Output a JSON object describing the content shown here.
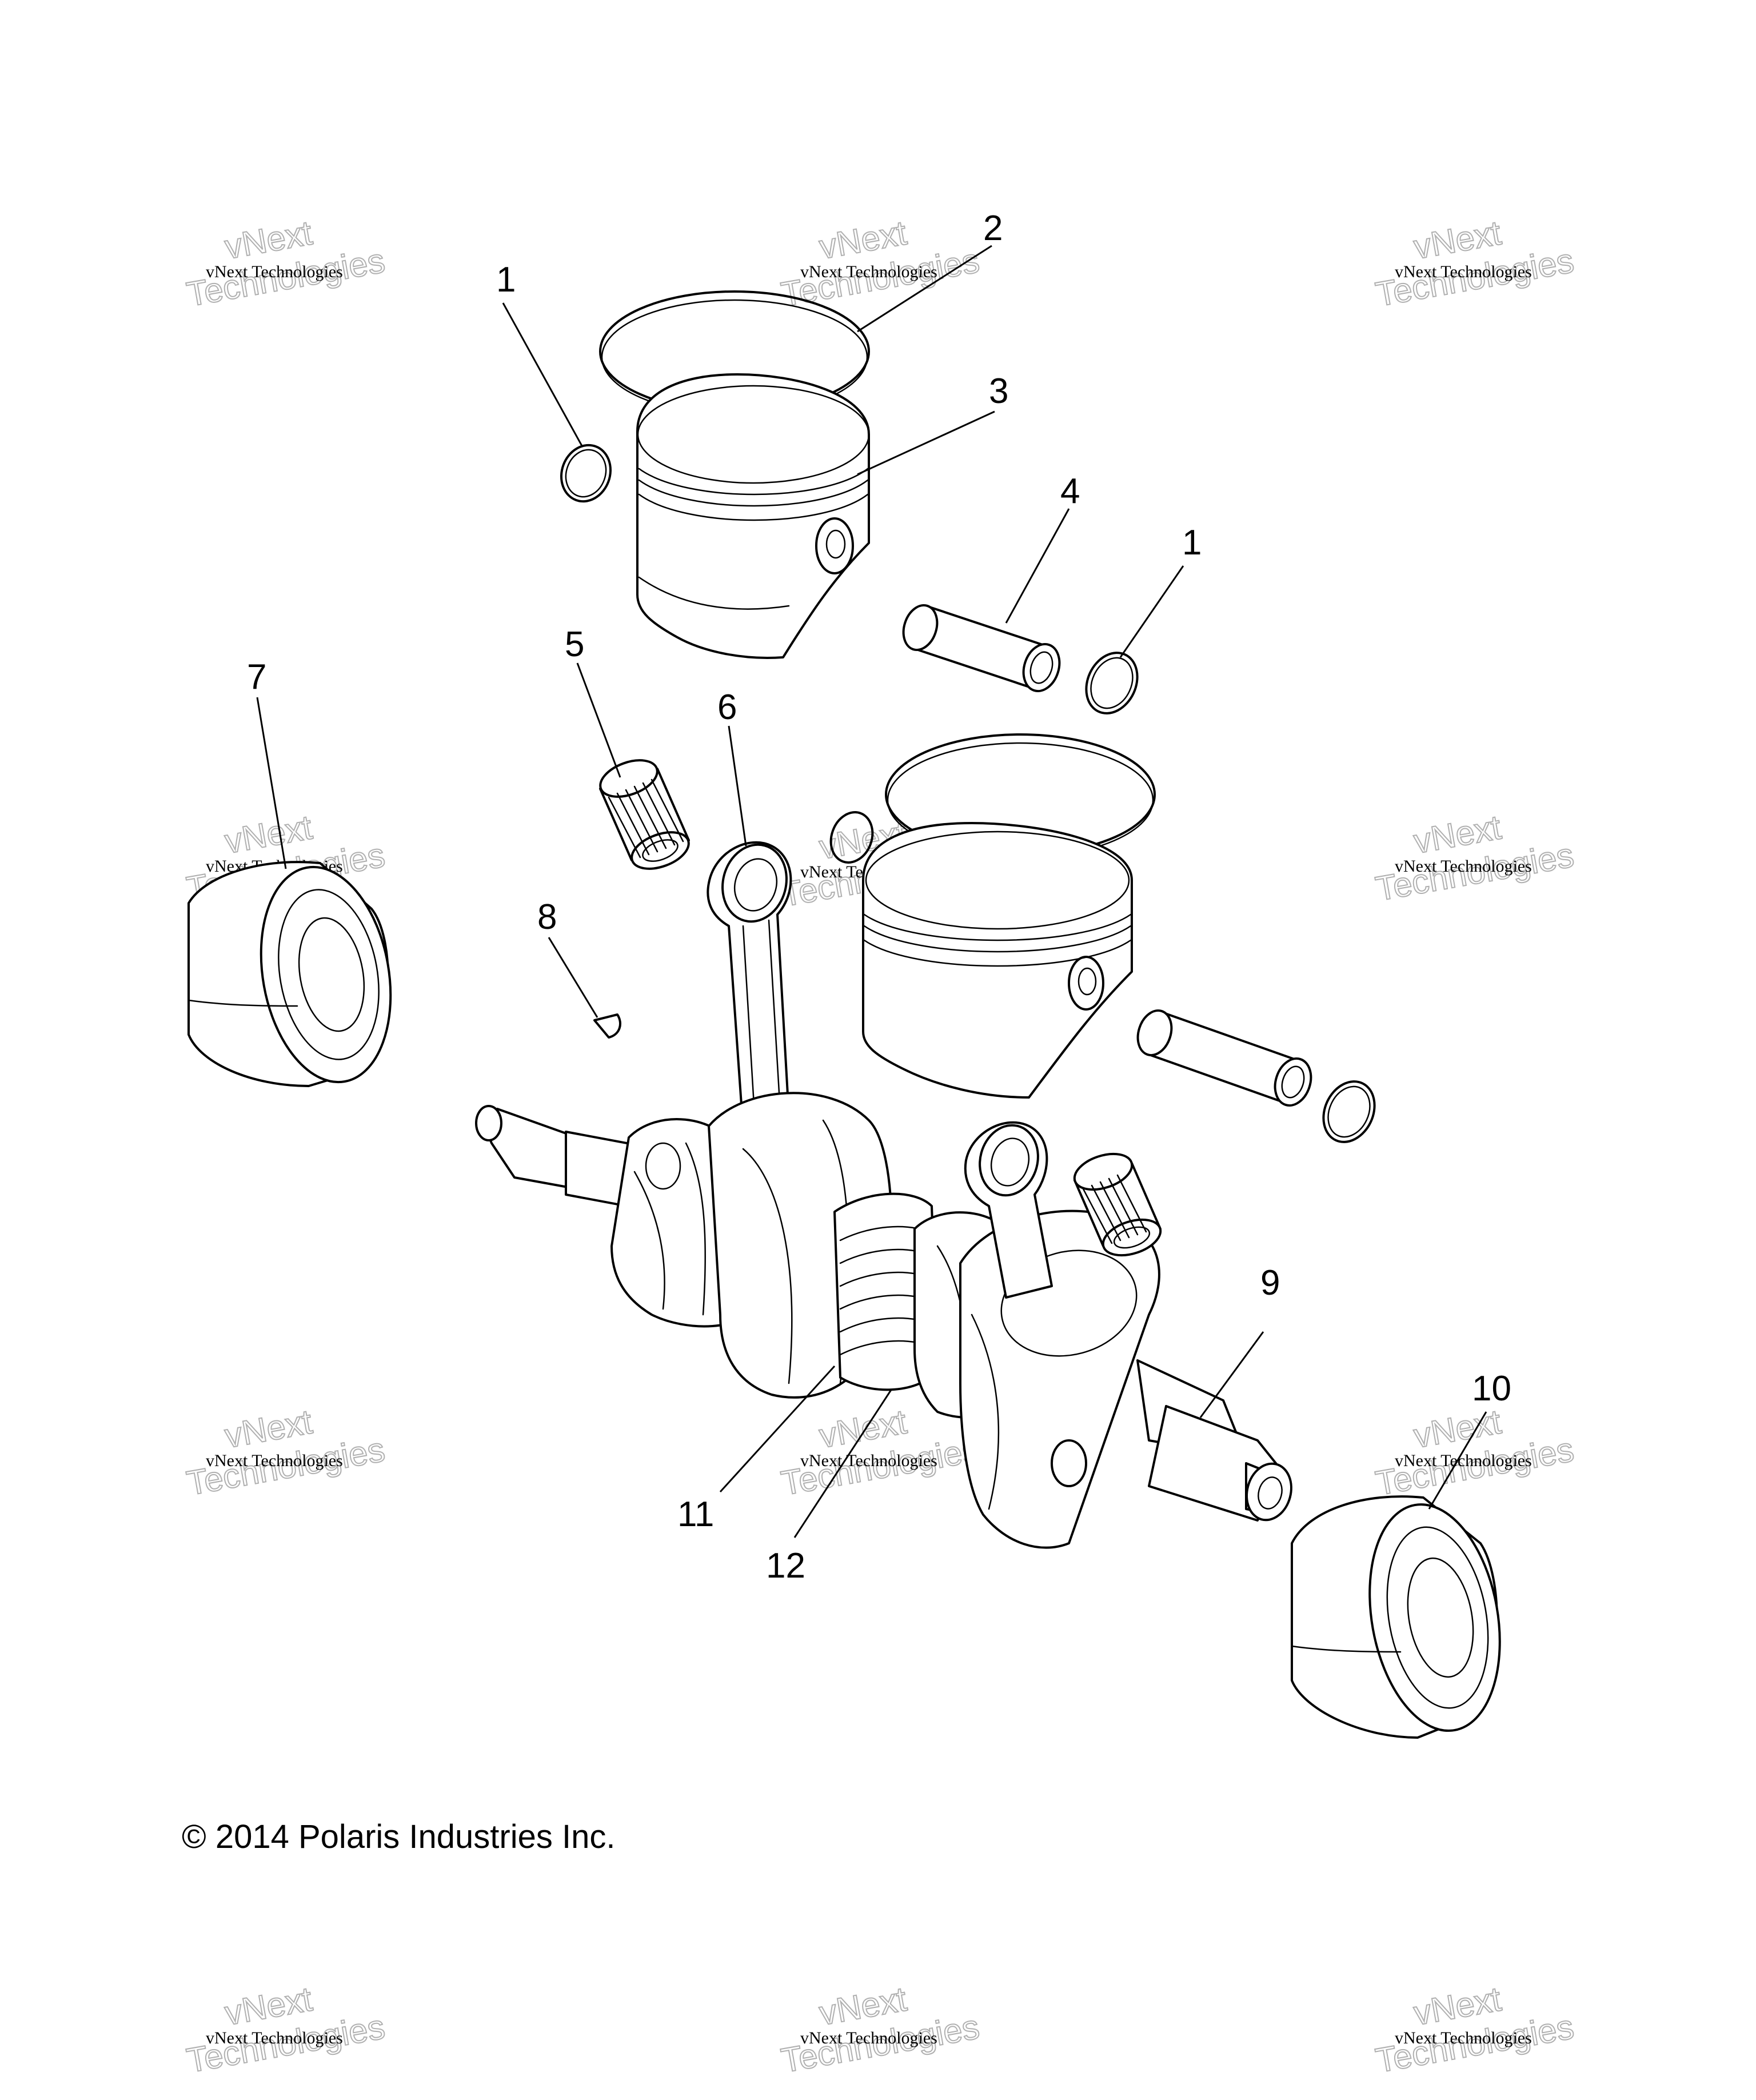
{
  "callouts": [
    "1",
    "2",
    "3",
    "4",
    "1",
    "5",
    "6",
    "7",
    "8",
    "9",
    "10",
    "11",
    "12"
  ],
  "watermark": {
    "small_text": "vNext Technologies",
    "big_line_1": "vNext",
    "big_line_2": "Technologies"
  },
  "copyright": "© 2014 Polaris Industries Inc."
}
